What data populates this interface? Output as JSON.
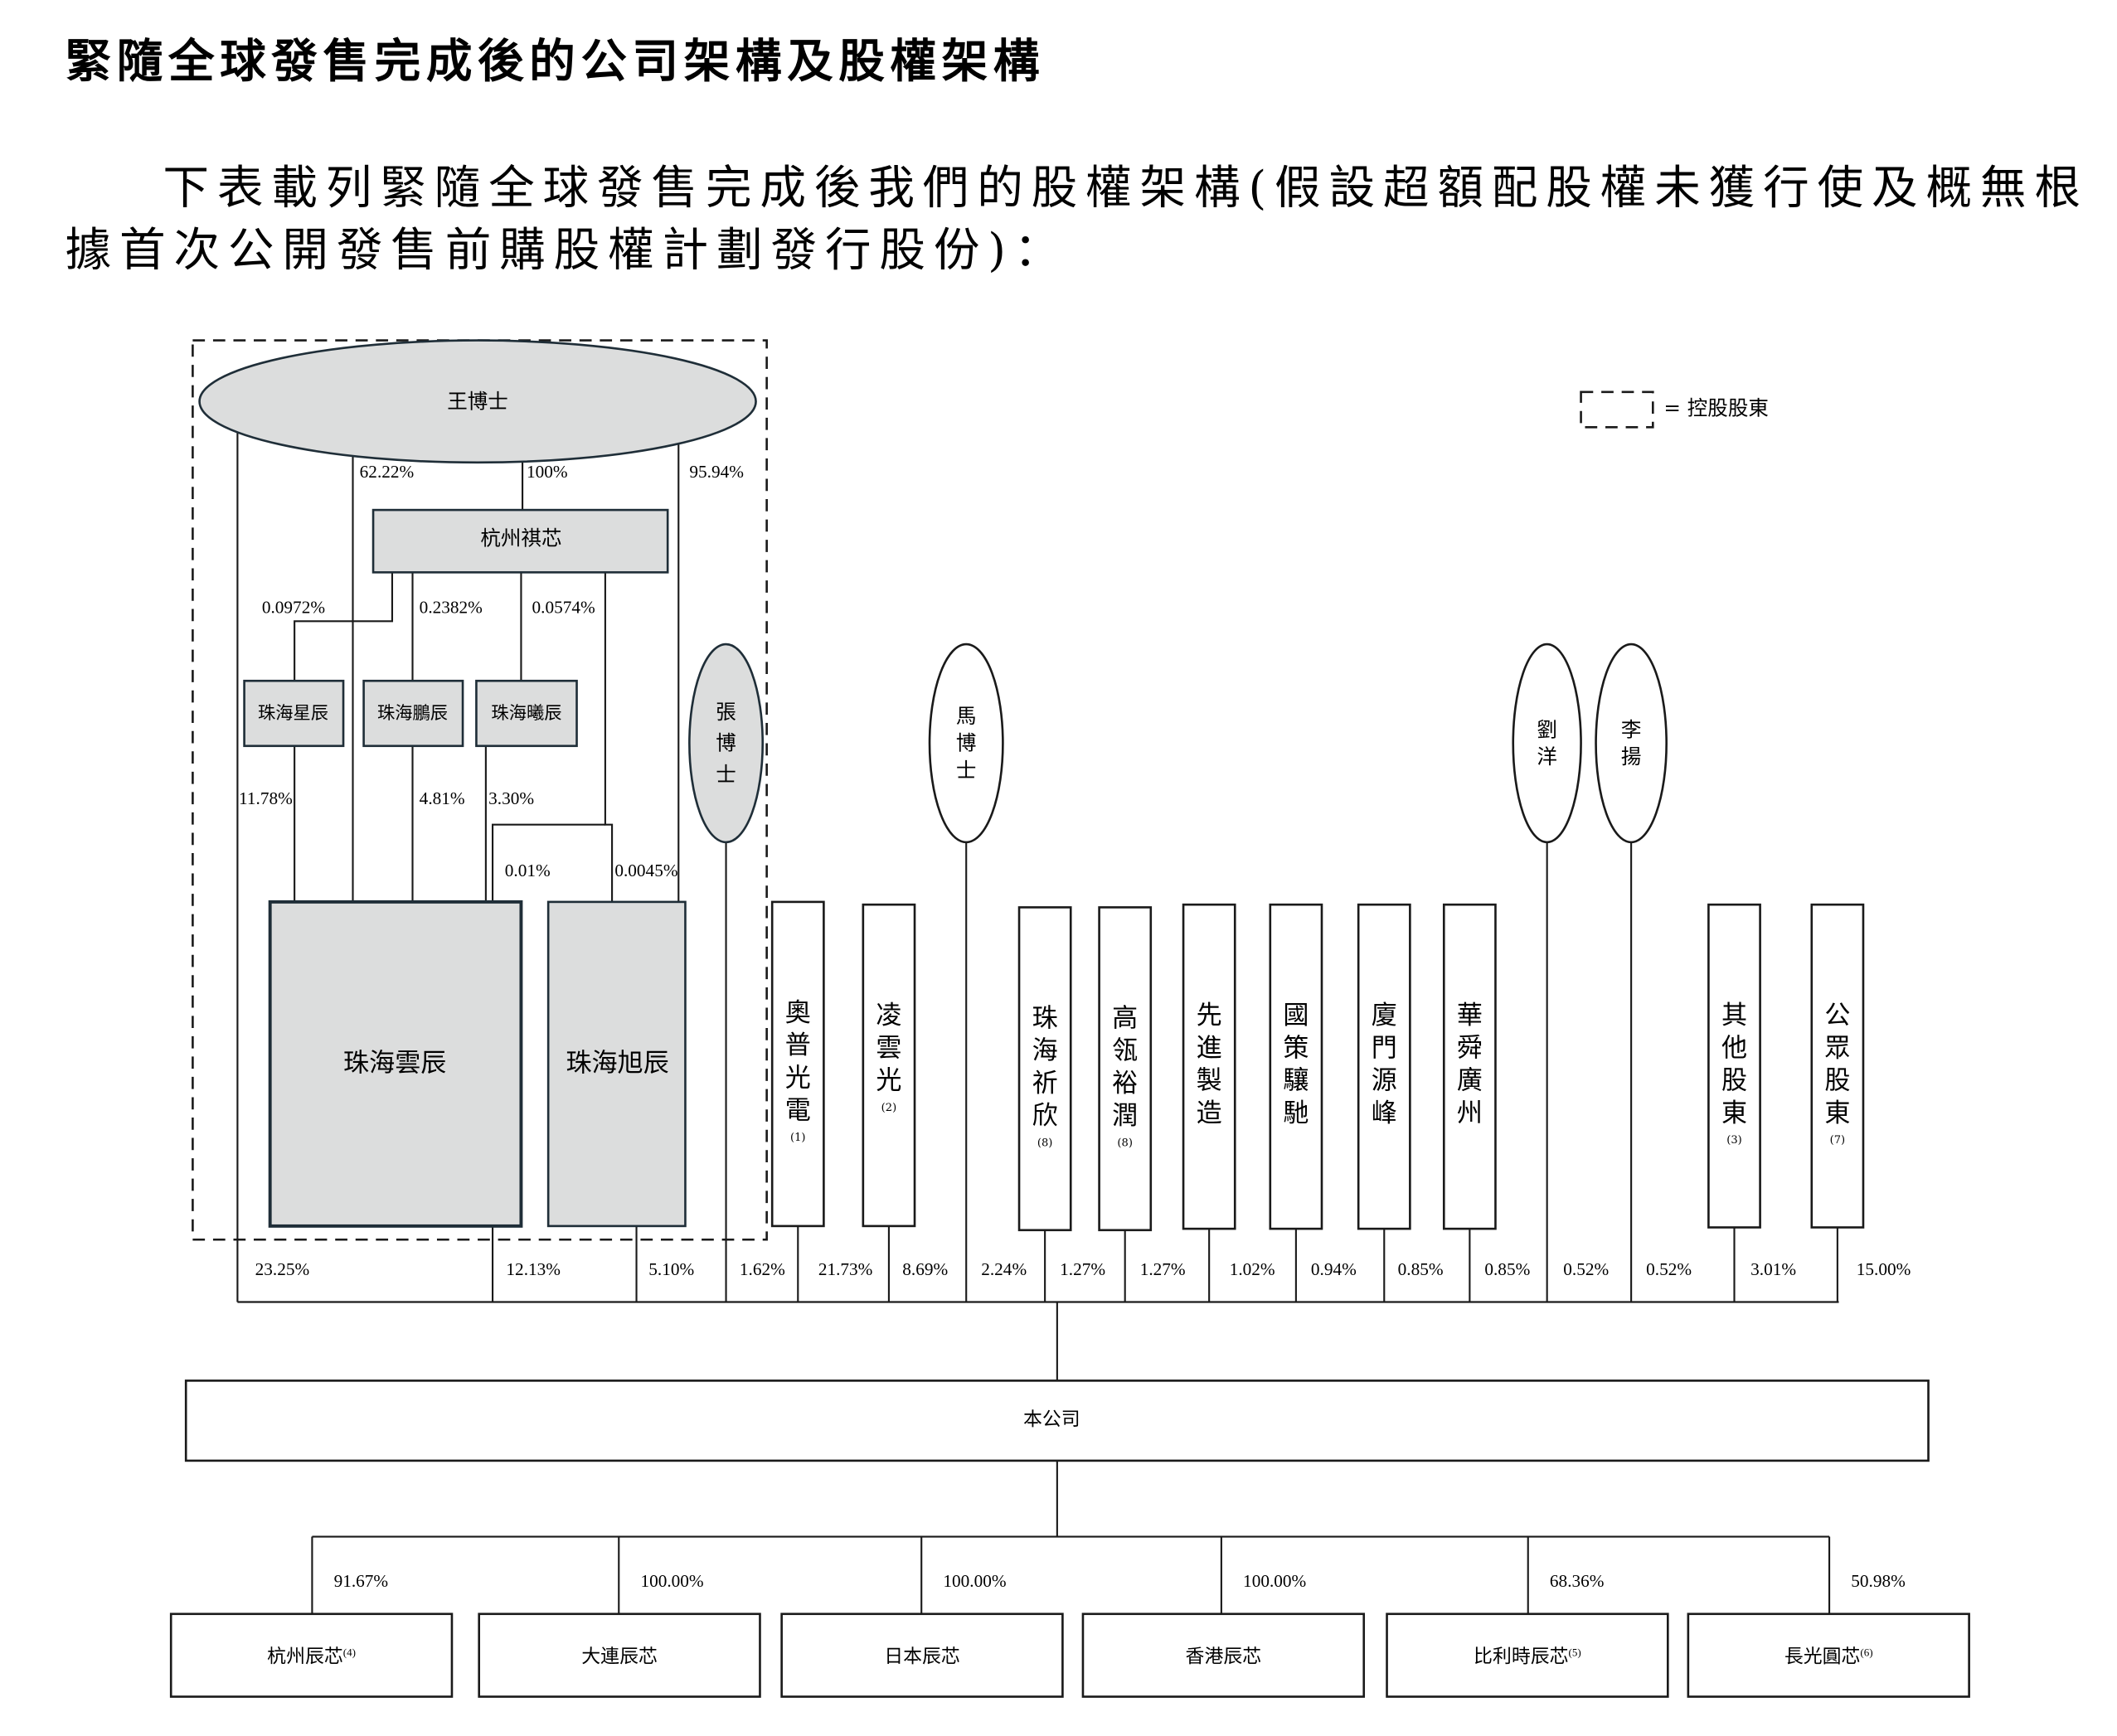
{
  "heading": "緊隨全球發售完成後的公司架構及股權架構",
  "paragraph": {
    "line1": "下表載列緊隨全球發售完成後我們的股權架構(假設超額配股權未獲行使及概無根",
    "line2": "據首次公開發售前購股權計劃發行股份)："
  },
  "legend": {
    "label": "= 控股股東",
    "meaning": "controlling-shareholders-dashed-box"
  },
  "controlling_group": {
    "wang": {
      "name": "王博士",
      "pct_to_yunchen": "62.22%",
      "pct_to_qixin": "100%",
      "pct_to_xuchen": "95.94%"
    },
    "qixin": {
      "name": "杭州祺芯",
      "pct_to_xingchen": "0.0972%",
      "pct_to_pengchen": "0.2382%",
      "pct_to_xichen": "0.0574%",
      "pct_to_yunchen": "0.01%",
      "pct_to_xuchen": "0.0045%"
    },
    "xingchen": {
      "name": "珠海星辰",
      "pct": "11.78%"
    },
    "pengchen": {
      "name": "珠海鵬辰",
      "pct": "4.81%"
    },
    "xichen": {
      "name": "珠海曦辰",
      "pct": "3.30%"
    },
    "yunchen": {
      "name": "珠海雲辰"
    },
    "xuchen": {
      "name": "珠海旭辰"
    },
    "zhang": {
      "chars": [
        "張",
        "博",
        "士"
      ]
    }
  },
  "holdings": [
    {
      "key": "wang",
      "pct": "23.25%"
    },
    {
      "key": "yunchen",
      "pct": "12.13%"
    },
    {
      "key": "xuchen",
      "pct": "5.10%"
    },
    {
      "key": "zhang",
      "pct": "1.62%"
    },
    {
      "key": "aopu",
      "pct": "21.73%"
    },
    {
      "key": "lingyun",
      "pct": "8.69%"
    },
    {
      "key": "ma",
      "pct": "2.24%"
    },
    {
      "key": "qixin2",
      "pct": "1.27%"
    },
    {
      "key": "gaoling",
      "pct": "1.27%"
    },
    {
      "key": "xianjin",
      "pct": "1.02%"
    },
    {
      "key": "guoce",
      "pct": "0.94%"
    },
    {
      "key": "xiamen",
      "pct": "0.85%"
    },
    {
      "key": "huashun",
      "pct": "0.85%"
    },
    {
      "key": "liu",
      "pct": "0.52%"
    },
    {
      "key": "li",
      "pct": "0.52%"
    },
    {
      "key": "others",
      "pct": "3.01%"
    },
    {
      "key": "public",
      "pct": "15.00%"
    }
  ],
  "shareholders": {
    "aopu": {
      "chars": [
        "奧",
        "普",
        "光",
        "電"
      ],
      "note": "(1)"
    },
    "lingyun": {
      "chars": [
        "凌",
        "雲",
        "光"
      ],
      "note": "(2)"
    },
    "ma": {
      "chars": [
        "馬",
        "博",
        "士"
      ]
    },
    "qixin2": {
      "chars": [
        "珠",
        "海",
        "祈",
        "欣"
      ],
      "note": "(8)"
    },
    "gaoling": {
      "chars": [
        "高",
        "瓴",
        "裕",
        "潤"
      ],
      "note": "(8)"
    },
    "xianjin": {
      "chars": [
        "先",
        "進",
        "製",
        "造"
      ]
    },
    "guoce": {
      "chars": [
        "國",
        "策",
        "驤",
        "馳"
      ]
    },
    "xiamen": {
      "chars": [
        "廈",
        "門",
        "源",
        "峰"
      ]
    },
    "huashun": {
      "chars": [
        "華",
        "舜",
        "廣",
        "州"
      ]
    },
    "liu": {
      "chars": [
        "劉",
        "洋"
      ]
    },
    "li": {
      "chars": [
        "李",
        "揚"
      ]
    },
    "others": {
      "chars": [
        "其",
        "他",
        "股",
        "東"
      ],
      "note": "(3)"
    },
    "public": {
      "chars": [
        "公",
        "眾",
        "股",
        "東"
      ],
      "note": "(7)"
    }
  },
  "company": {
    "name": "本公司"
  },
  "subsidiaries": [
    {
      "name": "杭州辰芯",
      "note": "(4)",
      "pct": "91.67%"
    },
    {
      "name": "大連辰芯",
      "note": "",
      "pct": "100.00%"
    },
    {
      "name": "日本辰芯",
      "note": "",
      "pct": "100.00%"
    },
    {
      "name": "香港辰芯",
      "note": "",
      "pct": "100.00%"
    },
    {
      "name": "比利時辰芯",
      "note": "(5)",
      "pct": "68.36%"
    },
    {
      "name": "長光圓芯",
      "note": "(6)",
      "pct": "50.98%"
    }
  ]
}
